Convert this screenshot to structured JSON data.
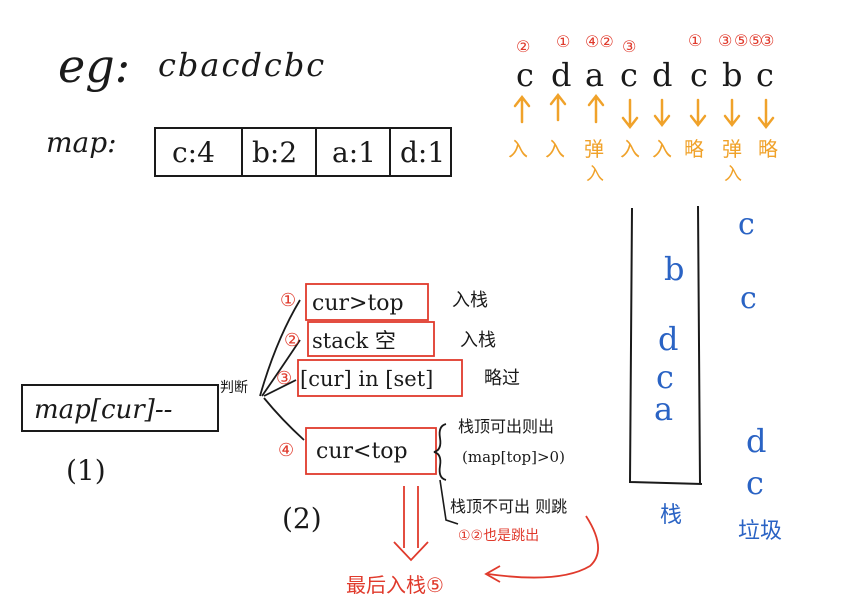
{
  "colors": {
    "ink": "#1a1a1a",
    "red": "#e03a2c",
    "orange": "#f0a22a",
    "blue": "#2a63c4"
  },
  "example": {
    "label": "eg:",
    "string": "cbacdcbc"
  },
  "map": {
    "label": "map:",
    "cells": [
      "c:4",
      "b:2",
      "a:1",
      "d:1"
    ]
  },
  "trace": {
    "letters": [
      "c",
      "d",
      "a",
      "c",
      "d",
      "c",
      "b",
      "c"
    ],
    "step_marks": [
      "②",
      "①",
      "④②",
      "③",
      "①",
      "③",
      "⑤⑤",
      "③"
    ],
    "actions": [
      "入",
      "入",
      "弹",
      "入",
      "入",
      "略",
      "弹",
      "略"
    ],
    "actions_line2": [
      "",
      "",
      "入",
      "",
      "",
      "",
      "入",
      ""
    ]
  },
  "stack": {
    "contents": [
      "b",
      "d",
      "c",
      "a"
    ],
    "label": "栈"
  },
  "trash": {
    "top_items": [
      "c",
      "c"
    ],
    "bottom_items": [
      "d",
      "c"
    ],
    "label": "垃圾"
  },
  "flow": {
    "root": "map[cur]--",
    "root_step": "(1)",
    "branch_word": "判断",
    "cases": [
      {
        "num": "①",
        "cond": "cur>top",
        "action": "入栈"
      },
      {
        "num": "②",
        "cond": "stack 空",
        "action": "入栈"
      },
      {
        "num": "③",
        "cond": "[cur] in [set]",
        "action": "略过"
      },
      {
        "num": "④",
        "cond": "cur<top",
        "action": ""
      }
    ],
    "sub_yes_line1": "栈顶可出则出",
    "sub_yes_line2": "(map[top]>0)",
    "sub_no": "栈顶不可出 则跳",
    "step2": "(2)",
    "jump_note": "①②也是跳出",
    "final": "最后入栈⑤"
  }
}
